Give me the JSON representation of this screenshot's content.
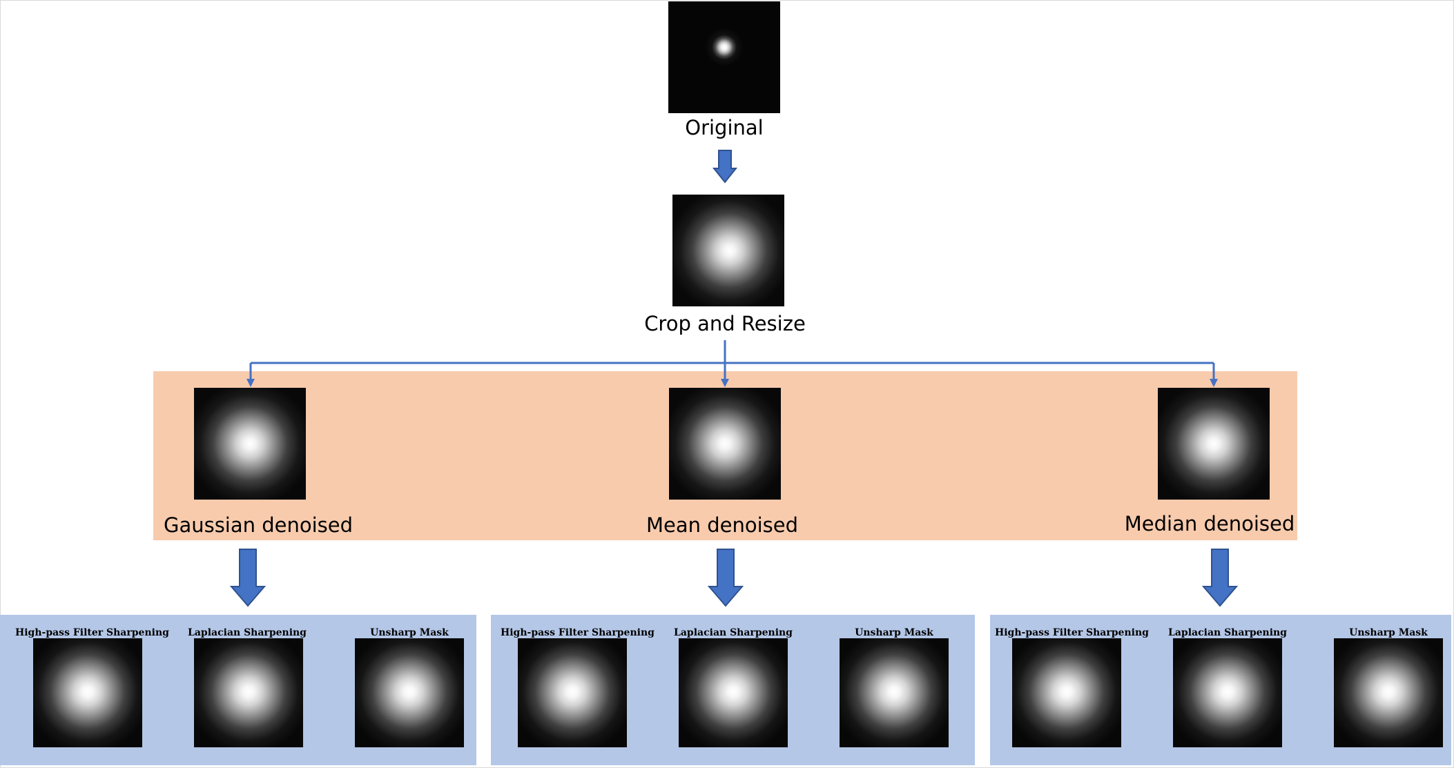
{
  "original": {
    "label": "Original"
  },
  "crop": {
    "label": "Crop and Resize"
  },
  "denoise": {
    "gaussian": "Gaussian denoised",
    "mean": "Mean denoised",
    "median": "Median denoised"
  },
  "sharpening": {
    "highpass": "High-pass Filter Sharpening",
    "laplacian": "Laplacian Sharpening",
    "unsharp": "Unsharp Mask"
  },
  "colors": {
    "denoise_band": "#f8cbad",
    "sharpen_panel": "#b4c7e7",
    "arrow": "#4472c4",
    "tile_bg": "#050505"
  }
}
